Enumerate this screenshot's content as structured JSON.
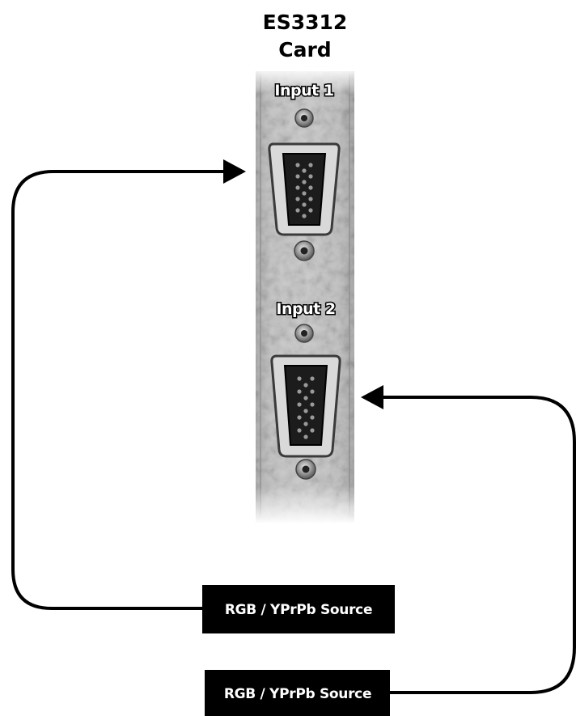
{
  "card": {
    "title_line1": "ES3312",
    "title_line2": "Card"
  },
  "ports": [
    {
      "label": "Input 1"
    },
    {
      "label": "Input 2"
    }
  ],
  "sources": [
    {
      "label": "RGB / YPrPb Source"
    },
    {
      "label": "RGB / YPrPb Source"
    }
  ],
  "colors": {
    "cable": "#000000",
    "source_box": "#000000",
    "source_text": "#ffffff",
    "panel_metal": "#c9c9c9"
  }
}
